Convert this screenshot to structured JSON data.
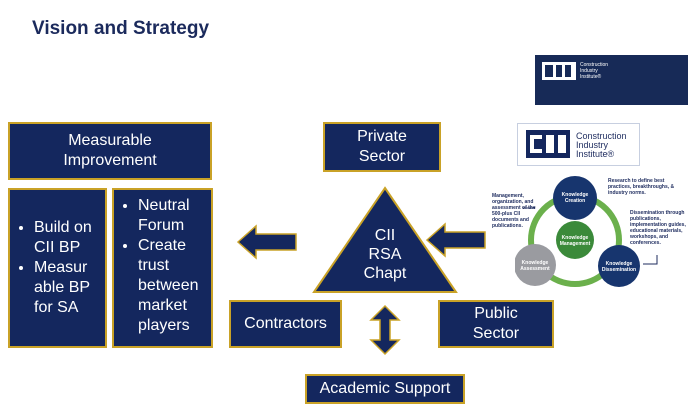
{
  "title": "Vision and Strategy",
  "boxes": {
    "measurable_improvement": [
      "Measurable",
      "Improvement"
    ],
    "private_sector": [
      "Private",
      "Sector"
    ],
    "contractors": "Contractors",
    "public_sector": [
      "Public",
      "Sector"
    ],
    "academic_support": "Academic Support",
    "center": [
      "CII",
      "RSA",
      "Chapt"
    ]
  },
  "left_bullets": [
    "Build on CII BP",
    "Measur able BP for SA"
  ],
  "right_bullets": [
    "Neutral Forum",
    "Create trust between market players"
  ],
  "logo_top": [
    "Construction",
    "Industry",
    "Institute®"
  ],
  "logo_mid": [
    "Construction",
    "Industry",
    "Institute®"
  ],
  "cycle": {
    "creation": [
      "Knowledge",
      "Creation"
    ],
    "management": [
      "Knowledge",
      "Management"
    ],
    "assessment": [
      "Knowledge",
      "Assessment"
    ],
    "dissemination": [
      "Knowledge",
      "Dissemination"
    ],
    "note_research": "Research to define best practices, breakthroughs, & industry norms.",
    "note_management": "Management, organization, and assessment of the 500-plus CII documents and publications.",
    "note_dissemination": "Dissemination through publications, implementation guides, educational materials, workshops, and conferences."
  },
  "colors": {
    "navy": "#14275e",
    "gold": "#c9a227"
  }
}
